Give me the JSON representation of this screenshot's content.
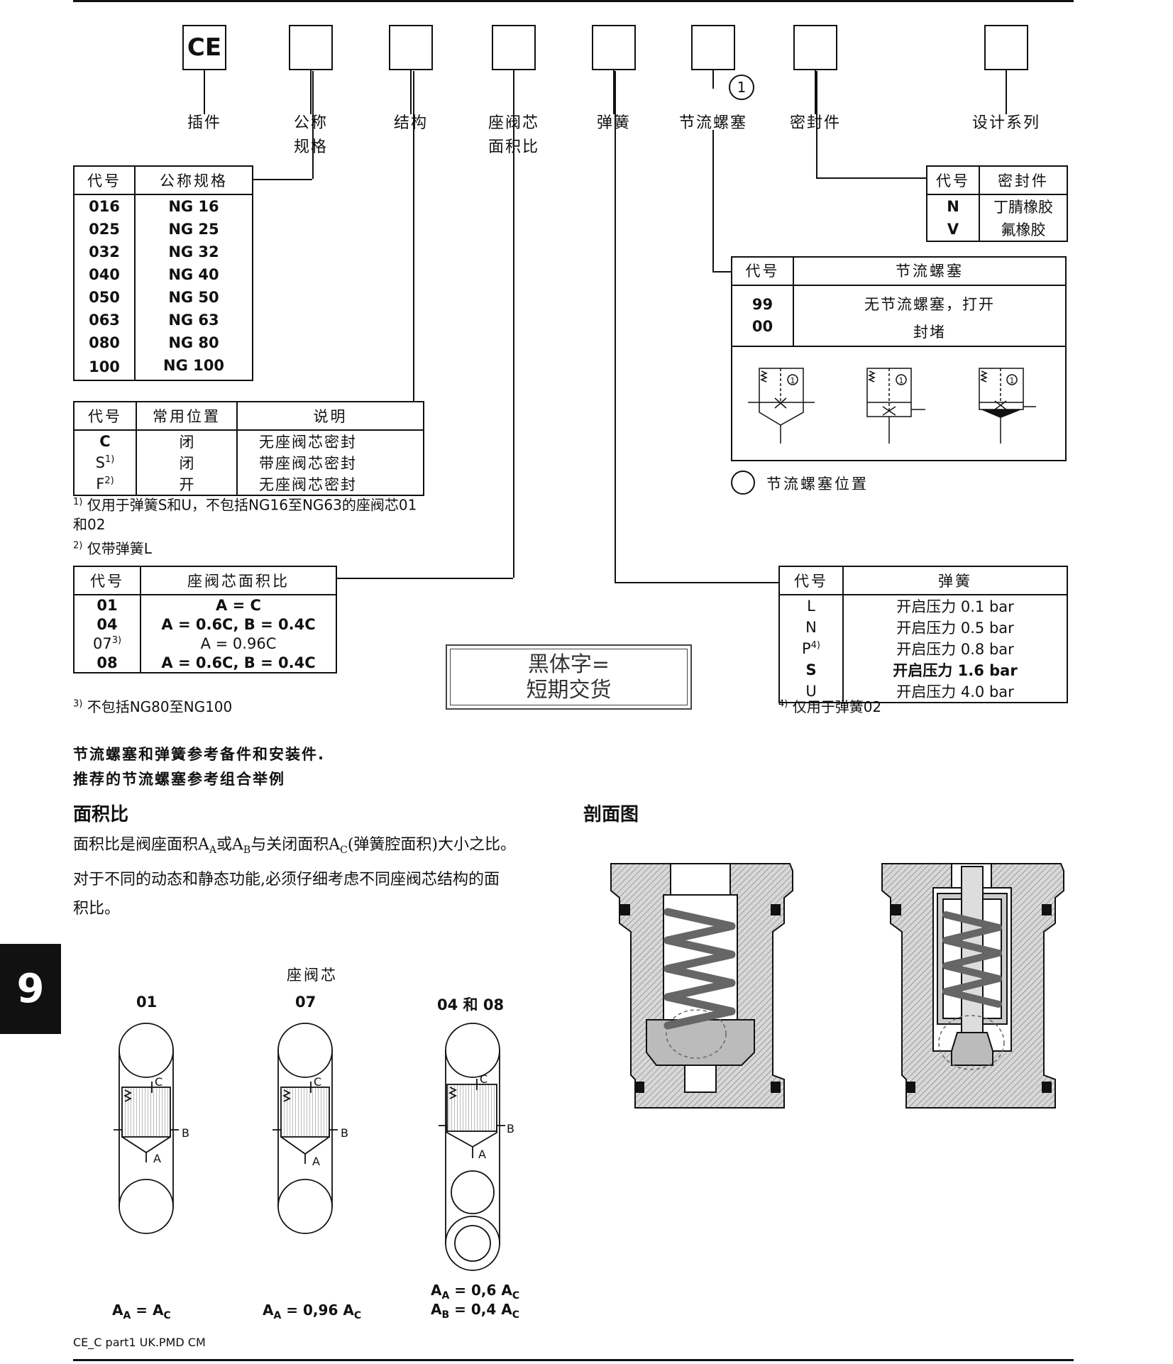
{
  "code": {
    "boxes": [
      "CE",
      "",
      "",
      "",
      "",
      "",
      "",
      ""
    ],
    "labels": [
      "插件",
      "公称\n规格",
      "结构",
      "座阀芯\n面积比",
      "弹簧",
      "节流螺塞",
      "密封件",
      "设计系列"
    ],
    "circle_marker": "1"
  },
  "size_table": {
    "headers": [
      "代号",
      "公称规格"
    ],
    "rows": [
      [
        "016",
        "NG 16"
      ],
      [
        "025",
        "NG 25"
      ],
      [
        "032",
        "NG 32"
      ],
      [
        "040",
        "NG 40"
      ],
      [
        "050",
        "NG 50"
      ],
      [
        "063",
        "NG 63"
      ],
      [
        "080",
        "NG 80"
      ],
      [
        "100",
        "NG 100"
      ]
    ]
  },
  "structure_table": {
    "headers": [
      "代号",
      "常用位置",
      "说明"
    ],
    "rows": [
      {
        "code": "C",
        "sup": "",
        "pos": "闭",
        "desc": "无座阀芯密封"
      },
      {
        "code": "S",
        "sup": "1)",
        "pos": "闭",
        "desc": "带座阀芯密封"
      },
      {
        "code": "F",
        "sup": "2)",
        "pos": "开",
        "desc": "无座阀芯密封"
      }
    ],
    "note1_mark": "1)",
    "note1": "仅用于弹簧S和U，不包括NG16至NG63的座阀芯01和02",
    "note2_mark": "2)",
    "note2": "仅带弹簧L"
  },
  "area_table": {
    "headers": [
      "代号",
      "座阀芯面积比"
    ],
    "rows": [
      {
        "code": "01",
        "sup": "",
        "val": "A = C",
        "bold": true
      },
      {
        "code": "04",
        "sup": "",
        "val": "A = 0.6C, B = 0.4C",
        "bold": true
      },
      {
        "code": "07",
        "sup": "3)",
        "val": "A = 0.96C",
        "bold": false
      },
      {
        "code": "08",
        "sup": "",
        "val": "A = 0.6C, B = 0.4C",
        "bold": true
      }
    ],
    "note3_mark": "3)",
    "note3": "不包括NG80至NG100"
  },
  "seal_table": {
    "headers": [
      "代号",
      "密封件"
    ],
    "rows": [
      [
        "N",
        "丁腈橡胶"
      ],
      [
        "V",
        "氟橡胶"
      ]
    ]
  },
  "throttle_table": {
    "headers": [
      "代号",
      "节流螺塞"
    ],
    "codes": [
      "99",
      "00"
    ],
    "descs": [
      "无节流螺塞，打开",
      "封堵"
    ],
    "position_label": "节流螺塞位置",
    "symbol_mark": "1"
  },
  "spring_table": {
    "headers": [
      "代号",
      "弹簧"
    ],
    "rows": [
      {
        "code": "L",
        "sup": "",
        "label": "开启压力",
        "val": "0.1 bar",
        "bold": false
      },
      {
        "code": "N",
        "sup": "",
        "label": "开启压力",
        "val": "0.5 bar",
        "bold": false
      },
      {
        "code": "P",
        "sup": "4)",
        "label": "开启压力",
        "val": "0.8 bar",
        "bold": false
      },
      {
        "code": "S",
        "sup": "",
        "label": "开启压力",
        "val": "1.6 bar",
        "bold": true
      },
      {
        "code": "U",
        "sup": "",
        "label": "开启压力",
        "val": "4.0 bar",
        "bold": false
      }
    ],
    "note4_mark": "4)",
    "note4": "仅用于弹簧02"
  },
  "bold_note": {
    "line1": "黑体字=",
    "line2": "短期交货"
  },
  "ref_lines": [
    "节流螺塞和弹簧参考备件和安装件.",
    "推荐的节流螺塞参考组合举例"
  ],
  "area_section": {
    "title": "面积比",
    "para_parts": [
      "面积比是阀座面积A",
      "A",
      "或A",
      "B",
      "与关闭面积A",
      "C",
      "(弹簧腔面积)大小之比。"
    ],
    "para2": "对于不同的动态和静态功能,必须仔细考虑不同座阀芯结构的面",
    "para3": "积比。"
  },
  "section_title": "剖面图",
  "chapter_tab": "9",
  "poppet": {
    "title": "座阀芯",
    "types": [
      "01",
      "07",
      "04 和 08"
    ],
    "port_labels": [
      "C",
      "B",
      "A"
    ],
    "formula1": [
      "A",
      "A",
      "= A",
      "C"
    ],
    "formula2": [
      "A",
      "A",
      "= 0,96 A",
      "C"
    ],
    "formula3a": [
      "A",
      "A",
      "= 0,6 A",
      "C"
    ],
    "formula3b": [
      "A",
      "B",
      "= 0,4 A",
      "C"
    ]
  },
  "footer": "CE_C part1 UK.PMD CM"
}
